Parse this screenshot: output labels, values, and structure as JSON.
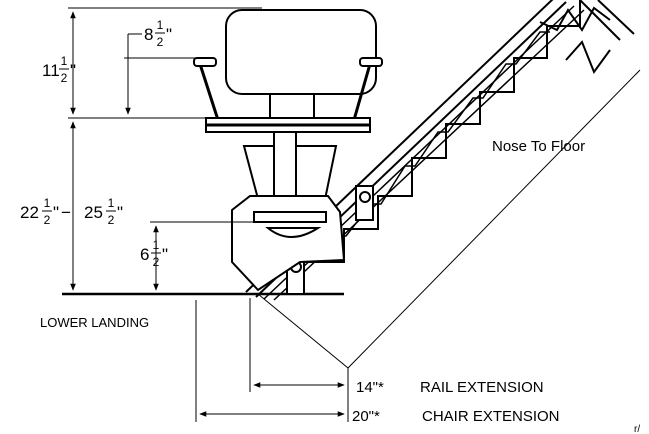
{
  "dimensions": {
    "seat_back_height": {
      "whole": "11",
      "num": "1",
      "den": "2",
      "mark": "\""
    },
    "armrest_height": {
      "whole": "8",
      "num": "1",
      "den": "2",
      "mark": "\""
    },
    "seat_height_min": {
      "whole": "22",
      "num": "1",
      "den": "2",
      "mark": "\""
    },
    "seat_height_sep": "−",
    "seat_height_max": {
      "whole": "25",
      "num": "1",
      "den": "2",
      "mark": "\""
    },
    "footrest_height": {
      "whole": "6",
      "num": "1",
      "den": "2",
      "mark": "\""
    }
  },
  "labels": {
    "nose_to_floor": "Nose To Floor",
    "lower_landing": "LOWER LANDING",
    "rail_extension_value": "14\"*",
    "rail_extension_label": "RAIL EXTENSION",
    "chair_extension_value": "20\"*",
    "chair_extension_label": "CHAIR EXTENSION",
    "corner_mark": "r/"
  }
}
